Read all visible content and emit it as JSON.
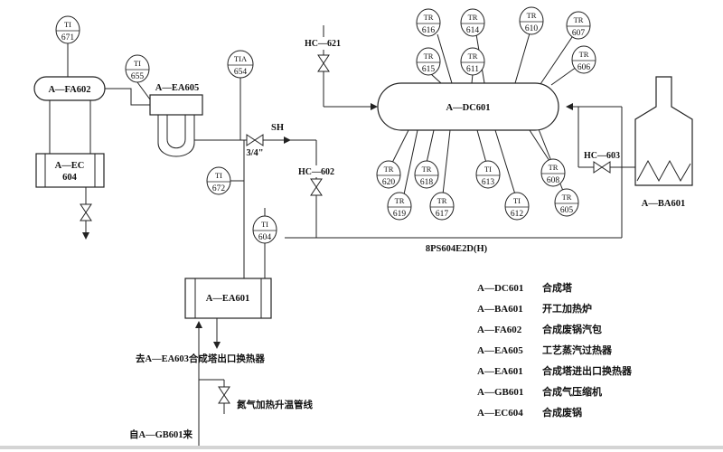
{
  "bubbles": [
    {
      "tag": "TI",
      "num": "671"
    },
    {
      "tag": "TI",
      "num": "655"
    },
    {
      "tag": "TIA",
      "num": "654"
    },
    {
      "tag": "TI",
      "num": "672"
    },
    {
      "tag": "TI",
      "num": "604"
    },
    {
      "tag": "TR",
      "num": "616"
    },
    {
      "tag": "TR",
      "num": "615"
    },
    {
      "tag": "TR",
      "num": "614"
    },
    {
      "tag": "TR",
      "num": "611"
    },
    {
      "tag": "TR",
      "num": "610"
    },
    {
      "tag": "TR",
      "num": "607"
    },
    {
      "tag": "TR",
      "num": "606"
    },
    {
      "tag": "TR",
      "num": "620"
    },
    {
      "tag": "TR",
      "num": "618"
    },
    {
      "tag": "TI",
      "num": "613"
    },
    {
      "tag": "TR",
      "num": "608"
    },
    {
      "tag": "TR",
      "num": "619"
    },
    {
      "tag": "TR",
      "num": "617"
    },
    {
      "tag": "TI",
      "num": "612"
    },
    {
      "tag": "TR",
      "num": "605"
    }
  ],
  "valves": {
    "hc621": "HC—621",
    "hc602": "HC—602",
    "hc603": "HC—603"
  },
  "equipment": {
    "fa602": "A—FA602",
    "ea605": "A—EA605",
    "ec604_line1": "A—EC",
    "ec604_line2": "604",
    "dc601": "A—DC601",
    "ba601": "A—BA601",
    "ea601": "A—EA601"
  },
  "labels": {
    "sh": "SH",
    "valve_size": "3/4\"",
    "pipe_spec": "8PS604E2D(H)",
    "to_ea603": "去A—EA603合成塔出口换热器",
    "n2_line": "氮气加热升温管线",
    "from_gb601": "自A—GB601来"
  },
  "legend": [
    {
      "code": "A—DC601",
      "name": "合成塔"
    },
    {
      "code": "A—BA601",
      "name": "开工加热炉"
    },
    {
      "code": "A—FA602",
      "name": "合成废锅汽包"
    },
    {
      "code": "A—EA605",
      "name": "工艺蒸汽过热器"
    },
    {
      "code": "A—EA601",
      "name": "合成塔进出口换热器"
    },
    {
      "code": "A—GB601",
      "name": "合成气压缩机"
    },
    {
      "code": "A—EC604",
      "name": "合成废锅"
    }
  ]
}
